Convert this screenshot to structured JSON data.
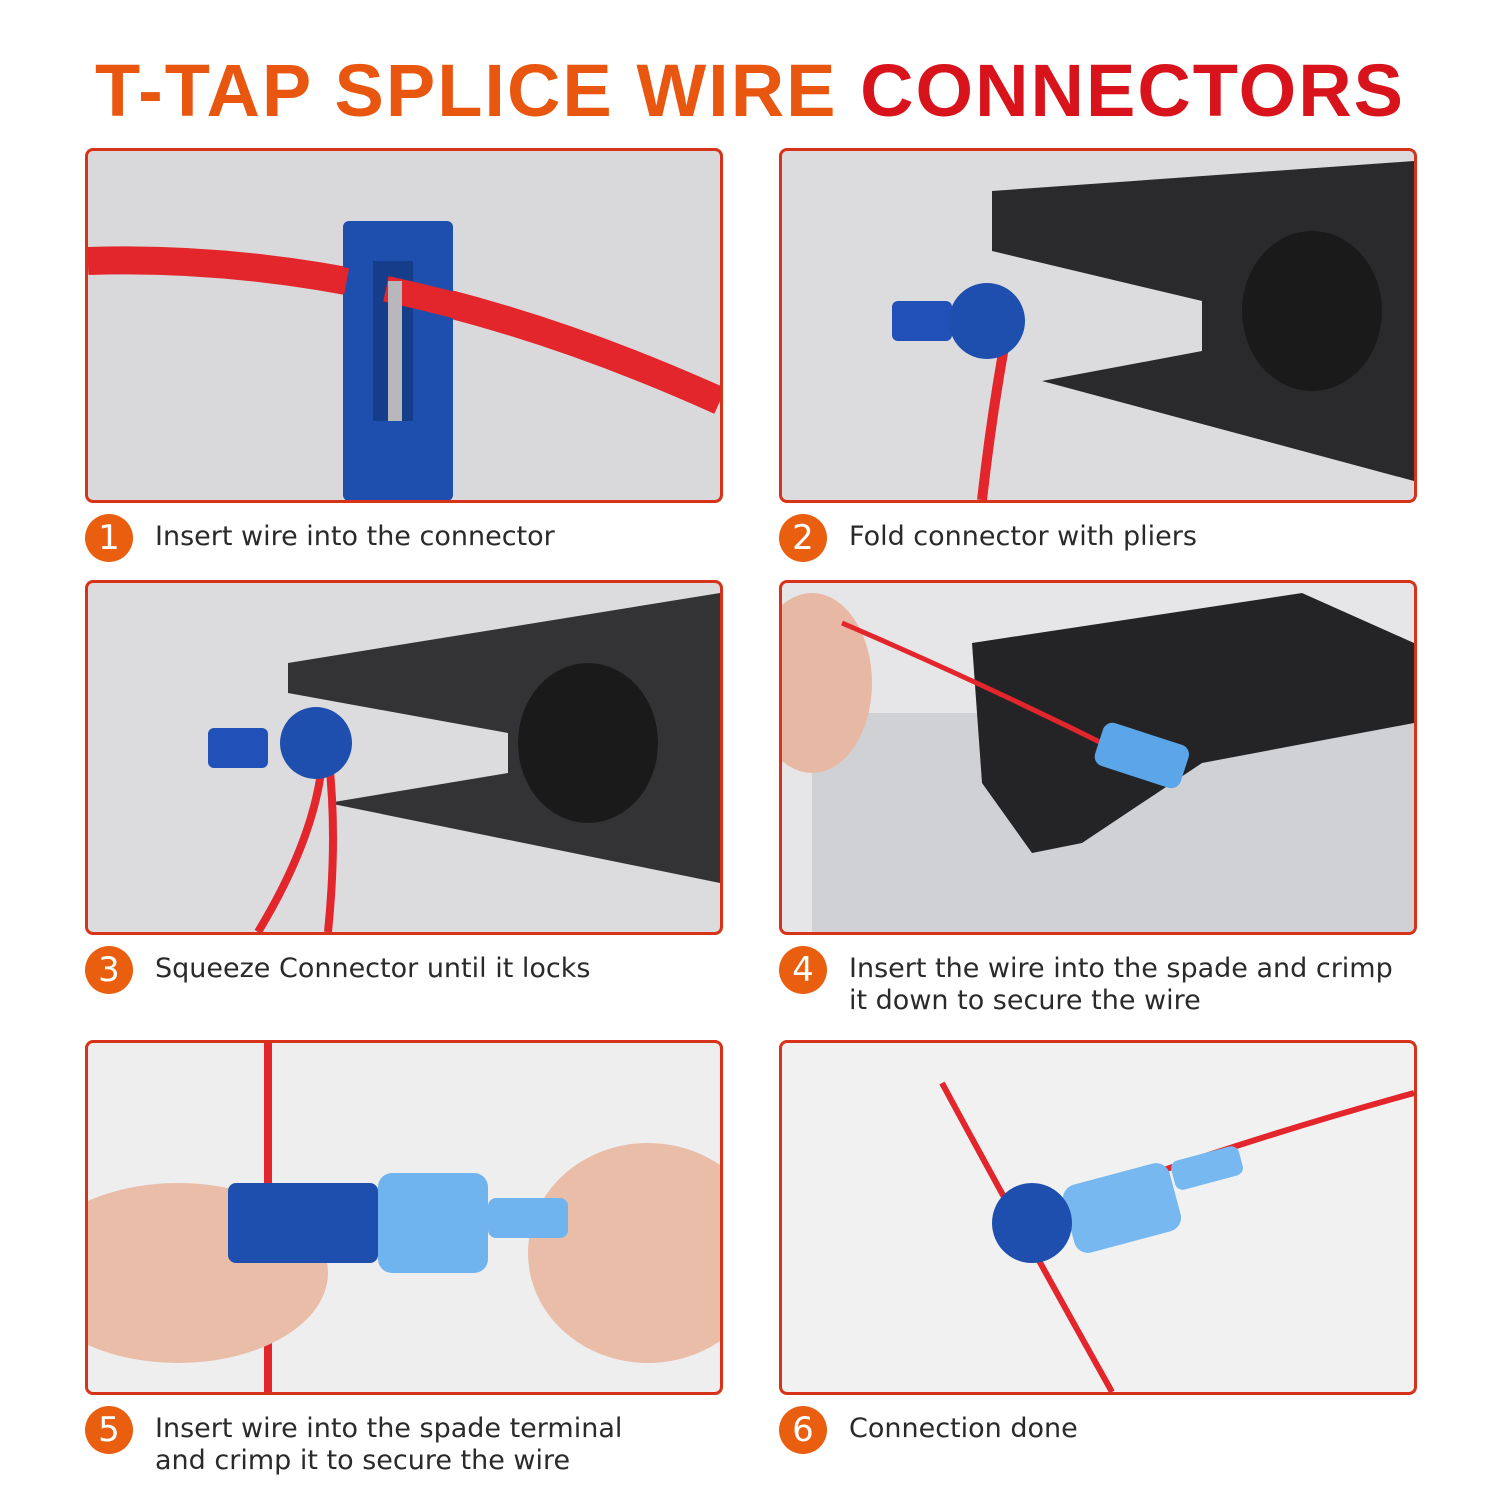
{
  "title": {
    "part1": "T-TAP SPLICE WIRE",
    "part2": "CONNECTORS"
  },
  "colors": {
    "accent_orange": "#e95e0f",
    "accent_red": "#d9131b",
    "connector_blue": "#1f4fb0",
    "wire_red": "#e5262a"
  },
  "steps": [
    {
      "number": "1",
      "text": "Insert wire into the connector"
    },
    {
      "number": "2",
      "text": "Fold connector with pliers"
    },
    {
      "number": "3",
      "text": "Squeeze Connector until it locks"
    },
    {
      "number": "4",
      "text": "Insert the wire into the spade and crimp it down to secure the wire"
    },
    {
      "number": "5",
      "text": "Insert wire into the spade terminal and crimp it to secure the wire"
    },
    {
      "number": "6",
      "text": "Connection done"
    }
  ]
}
